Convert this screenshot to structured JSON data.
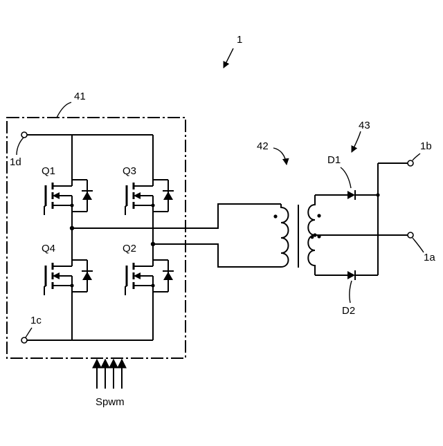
{
  "labels": {
    "device": "1",
    "inverter_block": "41",
    "transformer": "42",
    "rectifier": "43",
    "terminal_1a": "1a",
    "terminal_1b": "1b",
    "terminal_1c": "1c",
    "terminal_1d": "1d",
    "switch_q1": "Q1",
    "switch_q2": "Q2",
    "switch_q3": "Q3",
    "switch_q4": "Q4",
    "diode_d1": "D1",
    "diode_d2": "D2",
    "control_signal": "Spwm"
  }
}
